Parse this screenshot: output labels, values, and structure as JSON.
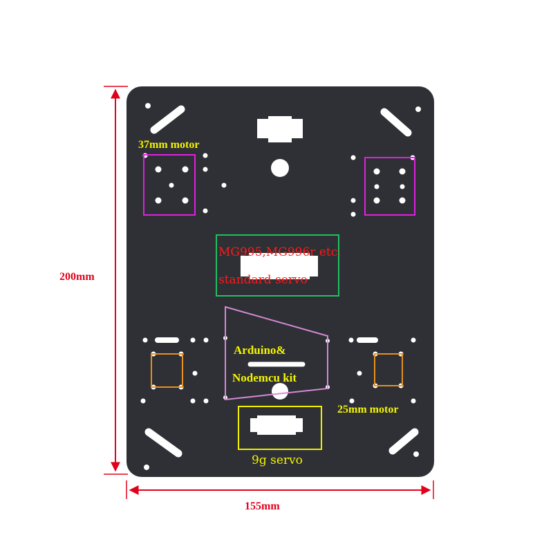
{
  "dimensions": {
    "height": "200mm",
    "width": "155mm"
  },
  "labels": {
    "motor_37mm": "37mm motor",
    "standard_servo_line1": "MG995,MG996r etc.",
    "standard_servo_line2": "standard servo",
    "controller_line1": "Arduino&",
    "controller_line2": "Nodemcu kit",
    "motor_25mm": "25mm motor",
    "servo_9g": "9g servo"
  },
  "colors": {
    "plate": "#2e3035",
    "dimension_line": "#e2001a",
    "label_yellow": "#f5f500",
    "label_red": "#ff1a1a",
    "box_37mm": "#e020e0",
    "box_standard_servo": "#20c060",
    "outline_controller": "#d68ad6",
    "box_25mm": "#e89020",
    "box_9g": "#f0f000"
  }
}
